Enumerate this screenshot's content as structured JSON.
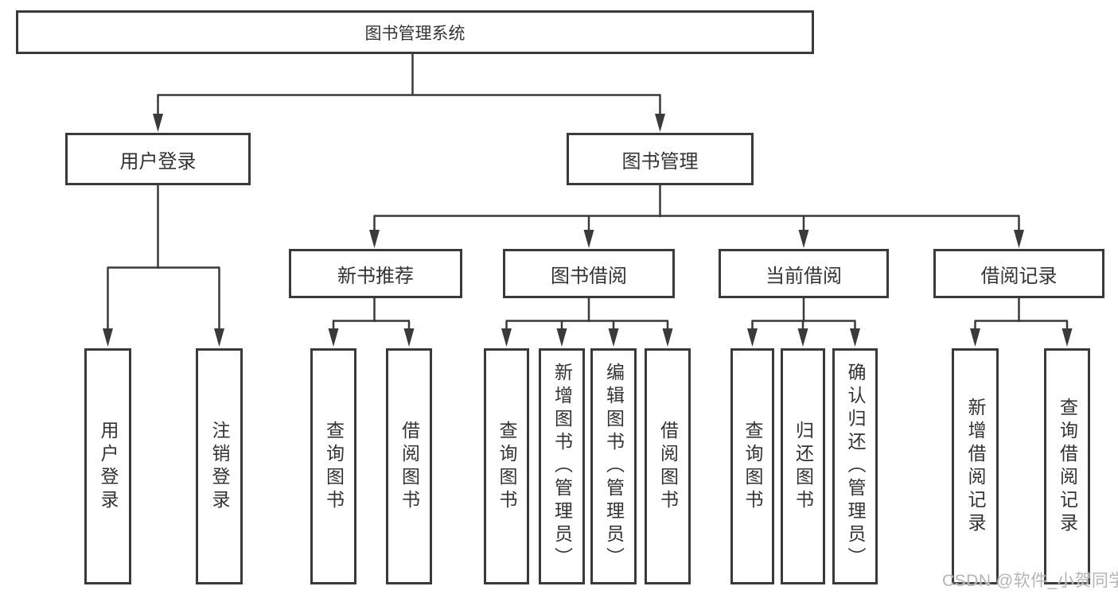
{
  "diagram": {
    "type": "hierarchy-tree",
    "title": "图书管理系统",
    "children": [
      {
        "label": "用户登录",
        "children": [
          {
            "label": "用户登录"
          },
          {
            "label": "注销登录"
          }
        ]
      },
      {
        "label": "图书管理",
        "children": [
          {
            "label": "新书推荐",
            "children": [
              {
                "label": "查询图书"
              },
              {
                "label": "借阅图书"
              }
            ]
          },
          {
            "label": "图书借阅",
            "children": [
              {
                "label": "查询图书"
              },
              {
                "label": "新增图书（管理员）"
              },
              {
                "label": "编辑图书（管理员）"
              },
              {
                "label": "借阅图书"
              }
            ]
          },
          {
            "label": "当前借阅",
            "children": [
              {
                "label": "查询图书"
              },
              {
                "label": "归还图书"
              },
              {
                "label": "确认归还（管理员）"
              }
            ]
          },
          {
            "label": "借阅记录",
            "children": [
              {
                "label": "新增借阅记录"
              },
              {
                "label": "查询借阅记录"
              }
            ]
          }
        ]
      }
    ]
  },
  "watermark": {
    "text": "CSDN @软件_小贺同学"
  },
  "colors": {
    "line": "#3a3a3a",
    "box_border": "#3a3a3a",
    "text": "#333333",
    "background": "#ffffff",
    "watermark": "#b4b5b8"
  }
}
